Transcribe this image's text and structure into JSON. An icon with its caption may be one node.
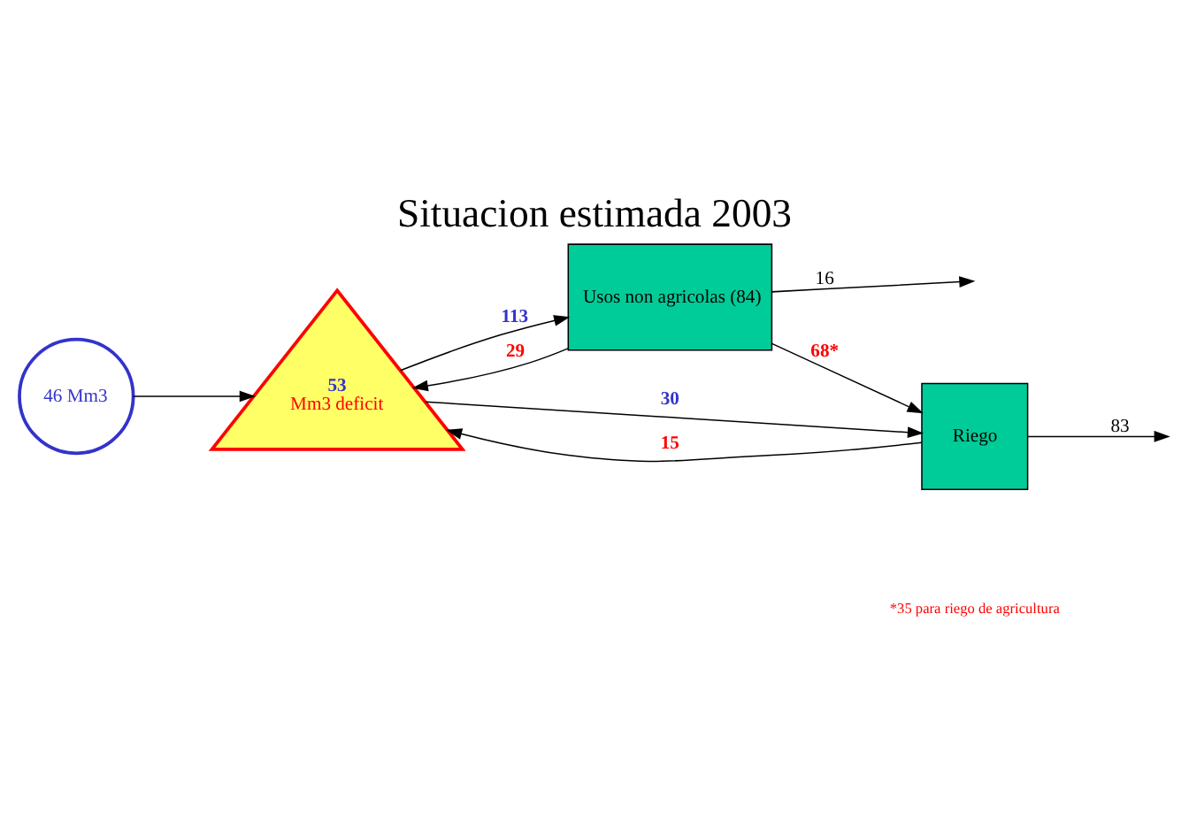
{
  "diagram": {
    "title": "Situacion estimada 2003",
    "nodes": [
      {
        "text": [
          "46 Mm3"
        ]
      },
      {
        "text": [
          "53",
          "Mm3 deficit"
        ]
      },
      {
        "text": [
          "Usos non agricolas (84)"
        ]
      },
      {
        "text": [
          "Riego"
        ]
      }
    ],
    "edges": [
      {
        "from": 0,
        "to": 1,
        "arrow": "to"
      },
      {
        "from": 1,
        "to": 2,
        "arrow": "to",
        "label": "113"
      },
      {
        "from": 2,
        "to": 1,
        "arrow": "to",
        "label": "29"
      },
      {
        "from": 2,
        "to": null,
        "arrow": "to",
        "label": "16"
      },
      {
        "from": 2,
        "to": 3,
        "arrow": "to",
        "label": "68*"
      },
      {
        "from": 3,
        "to": null,
        "arrow": "to",
        "label": "83"
      },
      {
        "from": 1,
        "to": 3,
        "arrow": "to",
        "label": "30"
      },
      {
        "from": 3,
        "to": 1,
        "arrow": "to",
        "label": "15"
      }
    ],
    "labels": [
      "*35 para riego de agricultura"
    ]
  }
}
